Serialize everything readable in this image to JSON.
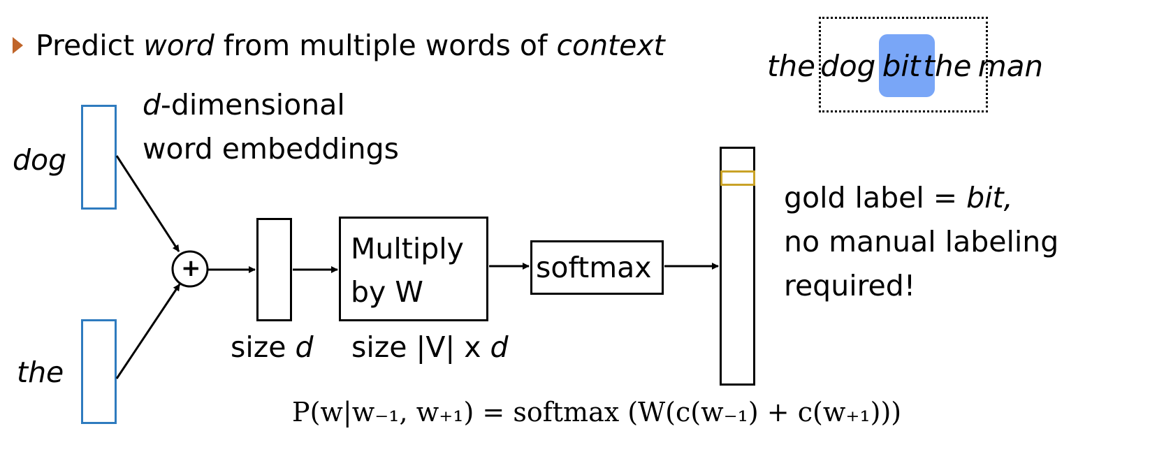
{
  "bullet": {
    "prefix": "Predict ",
    "word": "word",
    "middle": " from multiple words of ",
    "context": "context"
  },
  "sentence": {
    "words": [
      "the",
      "dog",
      "bit",
      "the",
      "man"
    ],
    "target_index": 2,
    "highlight_color": "#79a6f7"
  },
  "embedding_note": {
    "line1_var": "d",
    "line1_rest": "-dimensional",
    "line2": "word embeddings"
  },
  "inputs": {
    "top_word": "dog",
    "bottom_word": "the"
  },
  "operations": {
    "plus": "+",
    "sum_size_prefix": "size ",
    "sum_size_var": "d",
    "multiply_line1": "Multiply",
    "multiply_line2": "by W",
    "multiply_size_prefix": "size |V| x ",
    "multiply_size_var": "d",
    "softmax": "softmax"
  },
  "gold": {
    "line1_prefix": "gold label = ",
    "line1_word": "bit,",
    "line2": "no manual labeling",
    "line3": "required!"
  },
  "equation": "P(w|w₋₁, w₊₁) = softmax (W(c(w₋₁) + c(w₊₁)))",
  "colors": {
    "embedding_border": "#2e7bbf",
    "gold_cell": "#c9a227",
    "bullet": "#c0652a"
  }
}
